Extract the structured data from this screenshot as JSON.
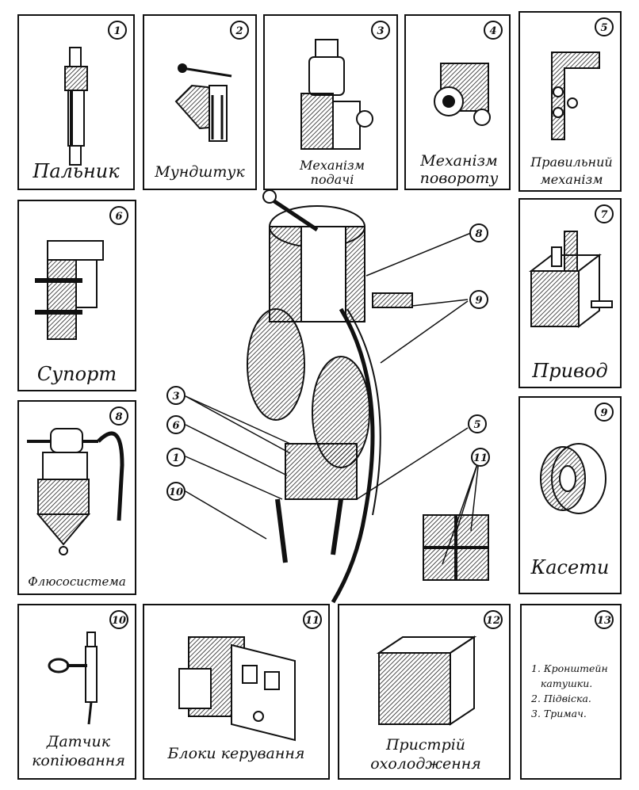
{
  "panels": [
    {
      "num": "1",
      "label": "Пальник"
    },
    {
      "num": "2",
      "label": "Мундштук"
    },
    {
      "num": "3",
      "label": "Механізм подачі"
    },
    {
      "num": "4",
      "label": "Механізм повороту"
    },
    {
      "num": "5",
      "label": "Правильний механізм"
    },
    {
      "num": "6",
      "label": "Супорт"
    },
    {
      "num": "7",
      "label": "Привод"
    },
    {
      "num": "8",
      "label": "Флюсосистема"
    },
    {
      "num": "9",
      "label": "Касети"
    },
    {
      "num": "10",
      "label": "Датчик копіювання"
    },
    {
      "num": "11",
      "label": "Блоки керування"
    },
    {
      "num": "12",
      "label": "Пристрій охолодження"
    },
    {
      "num": "13",
      "label": ""
    }
  ],
  "legend": [
    "1. Кронштейн\n   катушки.",
    "2. Підвіска.",
    "3. Тримач."
  ],
  "callouts": [
    "8",
    "9",
    "3",
    "6",
    "1",
    "10",
    "5",
    "11"
  ]
}
